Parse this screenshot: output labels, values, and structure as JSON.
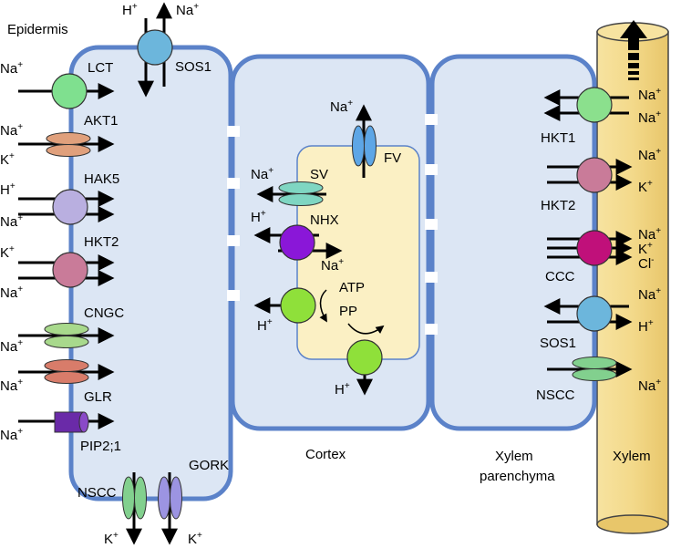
{
  "regions": {
    "epidermis": "Epidermis",
    "cortex": "Cortex",
    "xylem_parenchyma_1": "Xylem",
    "xylem_parenchyma_2": "parenchyma",
    "xylem": "Xylem"
  },
  "ions": {
    "na": "Na",
    "k": "K",
    "h": "H",
    "cl": "Cl",
    "plus": "+",
    "minus": "-"
  },
  "transporters": {
    "sos1_top": "SOS1",
    "lct": "LCT",
    "akt1": "AKT1",
    "hak5": "HAK5",
    "hkt2_epi": "HKT2",
    "cngc": "CNGC",
    "glr": "GLR",
    "pip2": "PIP2;1",
    "nscc_bottom": "NSCC",
    "gork": "GORK",
    "fv": "FV",
    "sv": "SV",
    "nhx": "NHX",
    "atp": "ATP",
    "pp": "PP",
    "hkt1": "HKT1",
    "hkt2_xp": "HKT2",
    "ccc": "CCC",
    "sos1_xp": "SOS1",
    "nscc_xp": "NSCC"
  },
  "colors": {
    "cell_fill": "#dce6f4",
    "cell_stroke": "#5b82c9",
    "vacuole_fill": "#fbf0c4",
    "xylem_fill": "#f3d98a",
    "lct": "#7fe08f",
    "sos1": "#6cb6dc",
    "akt1": "#e0a07c",
    "hak5": "#b9afe0",
    "hkt2": "#c97b99",
    "cngc": "#a8d98c",
    "glr": "#d87c6a",
    "pip2": "#6a2aa8",
    "nscc": "#82d08e",
    "gork": "#9c94e2",
    "fv": "#5da6e6",
    "sv": "#7fd6c2",
    "nhx": "#8a17d8",
    "pump": "#8fe03a",
    "hkt1": "#8be08d",
    "ccc": "#c0107a"
  }
}
